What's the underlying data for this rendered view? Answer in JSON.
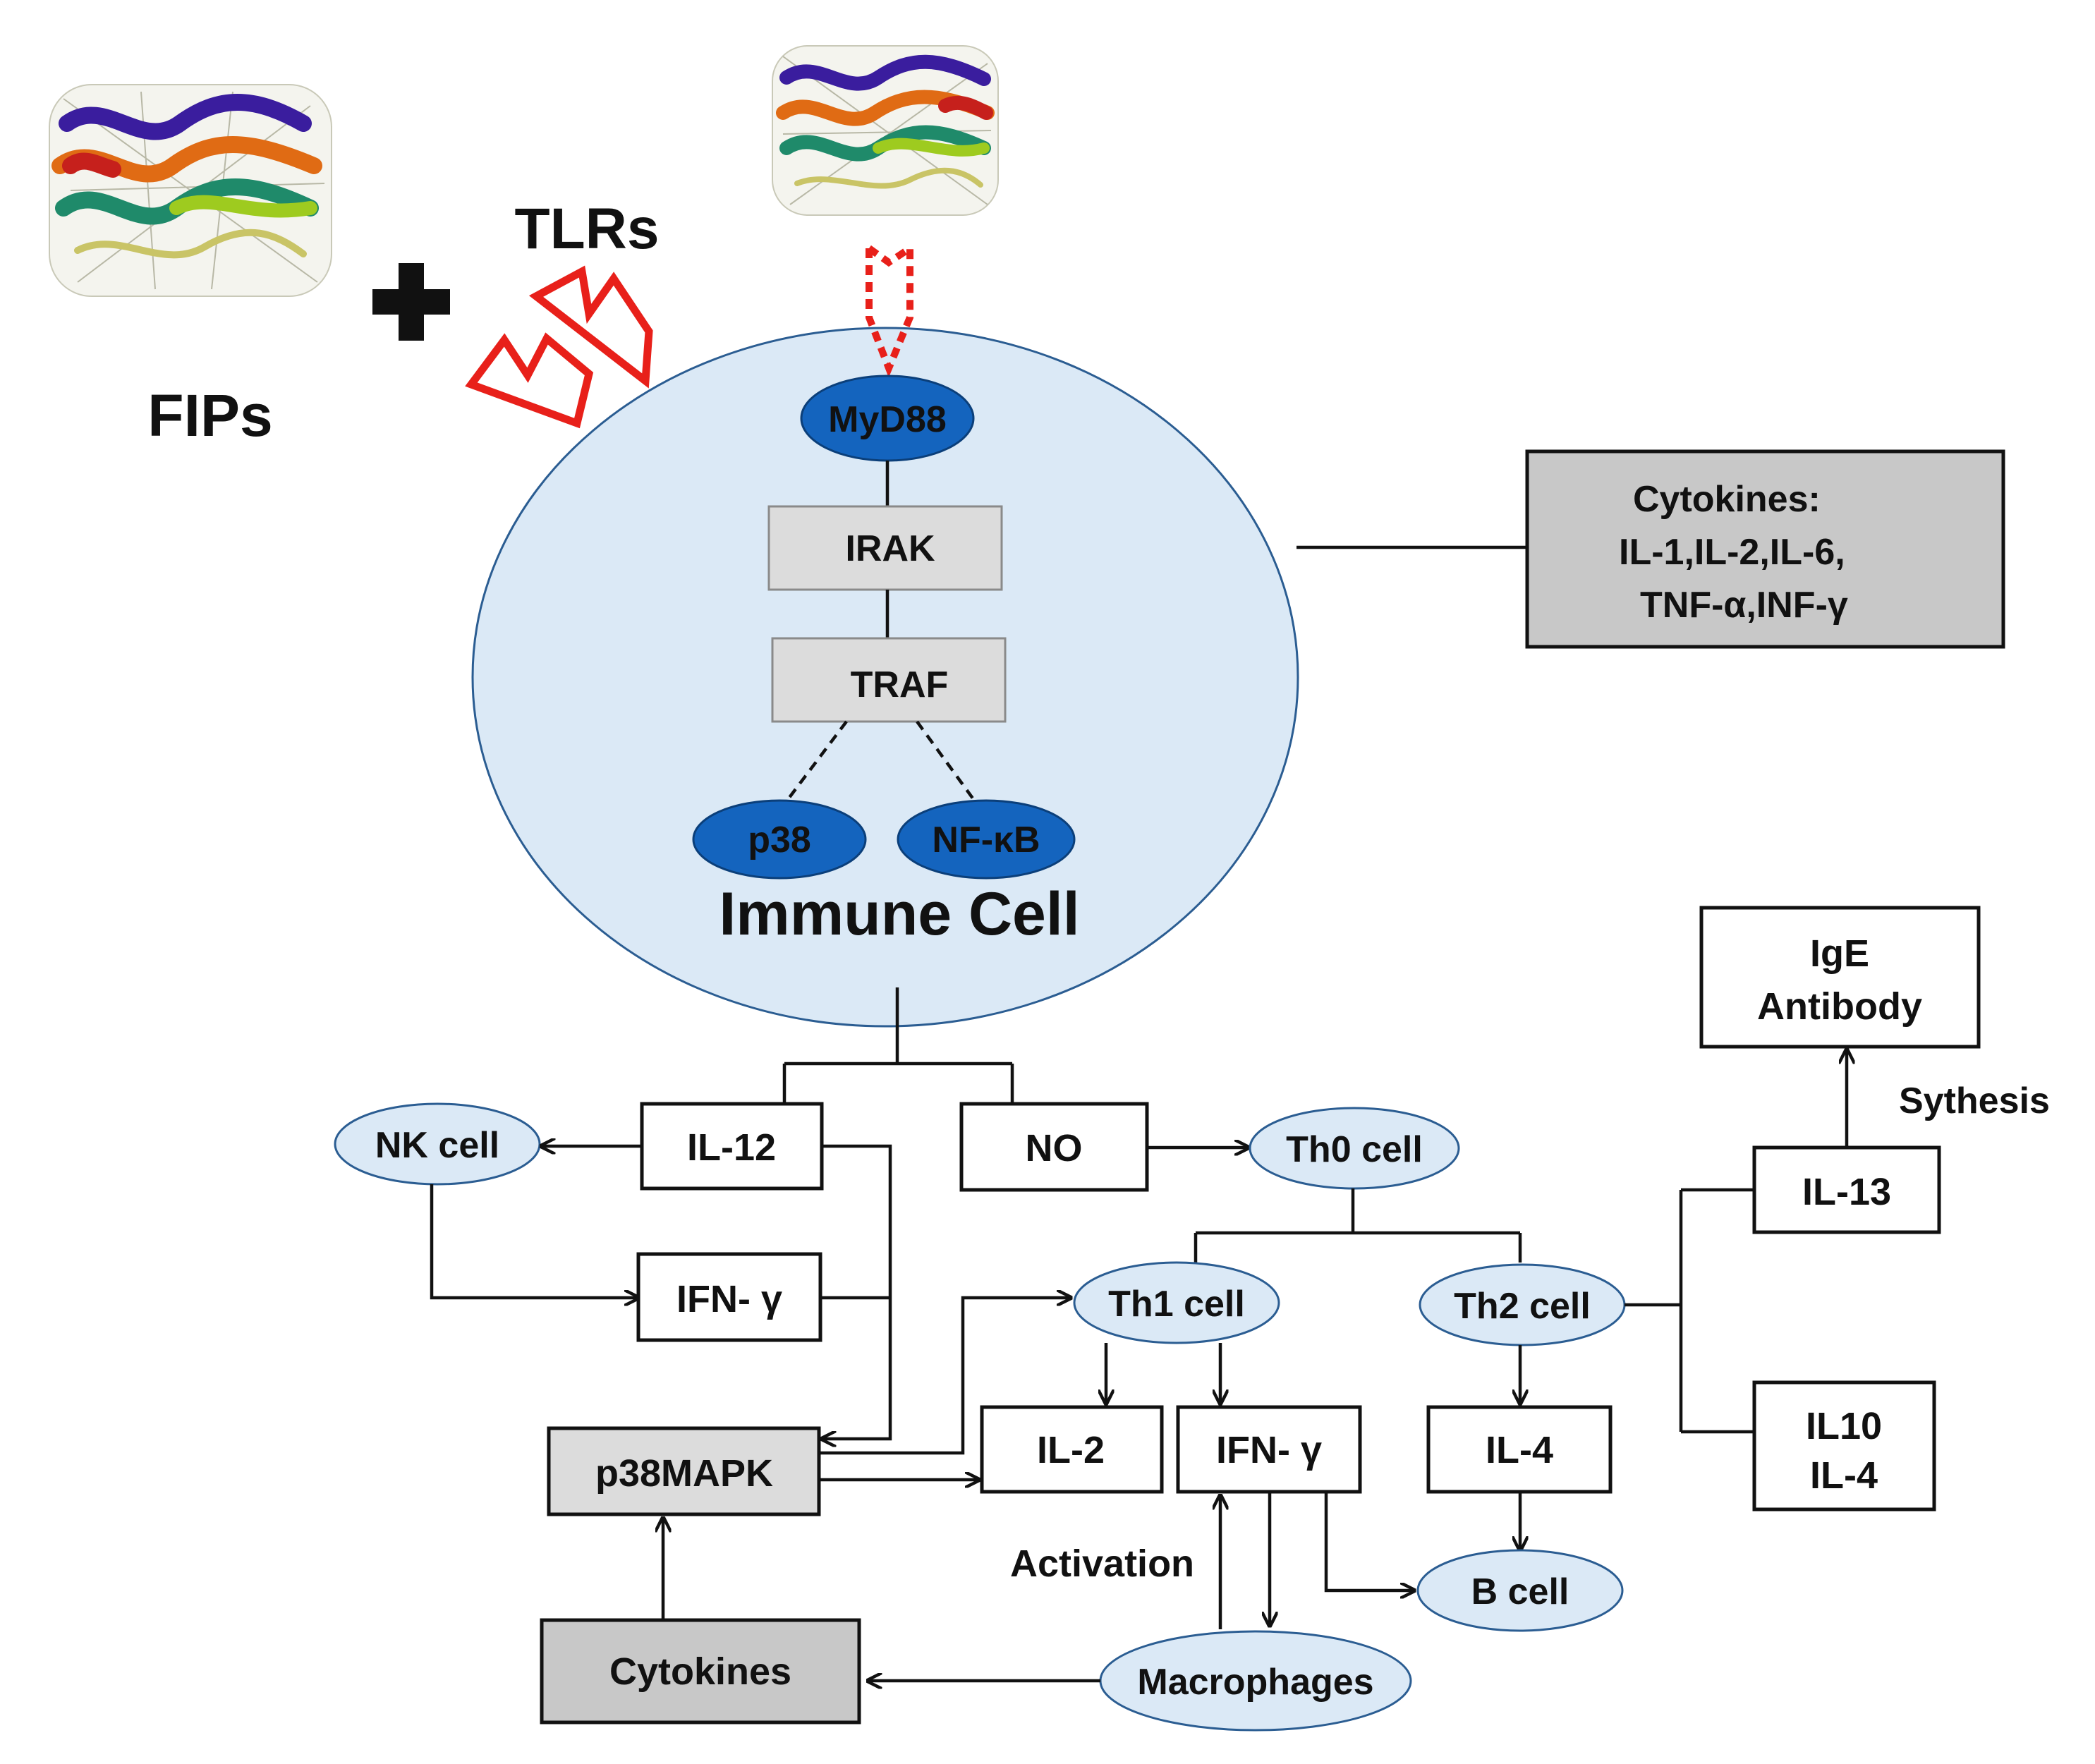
{
  "labels": {
    "fips": "FIPs",
    "tlrs": "TLRs",
    "immune_cell": "Immune Cell",
    "myd88": "MyD88",
    "irak": "IRAK",
    "traf": "TRAF",
    "p38": "p38",
    "nfkb": "NF-κB",
    "cytokines_box": [
      "Cytokines:",
      "IL-1,IL-2,IL-6,",
      "TNF-α,INF-γ"
    ],
    "ige": [
      "IgE",
      "Antibody"
    ],
    "sythesis": "Sythesis",
    "nk_cell": "NK cell",
    "il12": "IL-12",
    "no": "NO",
    "th0": "Th0 cell",
    "il13": "IL-13",
    "ifn_upper": "IFN- γ",
    "th1": "Th1 cell",
    "th2": "Th2 cell",
    "il10_il4": [
      "IL10",
      "IL-4"
    ],
    "p38mapk": "p38MAPK",
    "il2": "IL-2",
    "ifn_lower": "IFN- γ",
    "il4": "IL-4",
    "activation": "Activation",
    "b_cell": "B cell",
    "cytokines": "Cytokines",
    "macrophages": "Macrophages"
  },
  "colors": {
    "cell_fill": "#dbe9f6",
    "cell_stroke": "#2b5d92",
    "node_dark": "#1464be",
    "receptor_red": "#e8201a",
    "gray_box": "#dcdcdc",
    "dark_gray_box": "#c8c8c8"
  },
  "icons": [
    "protein-ribbon-icon",
    "plus-icon",
    "tlr-receptor-icon"
  ]
}
